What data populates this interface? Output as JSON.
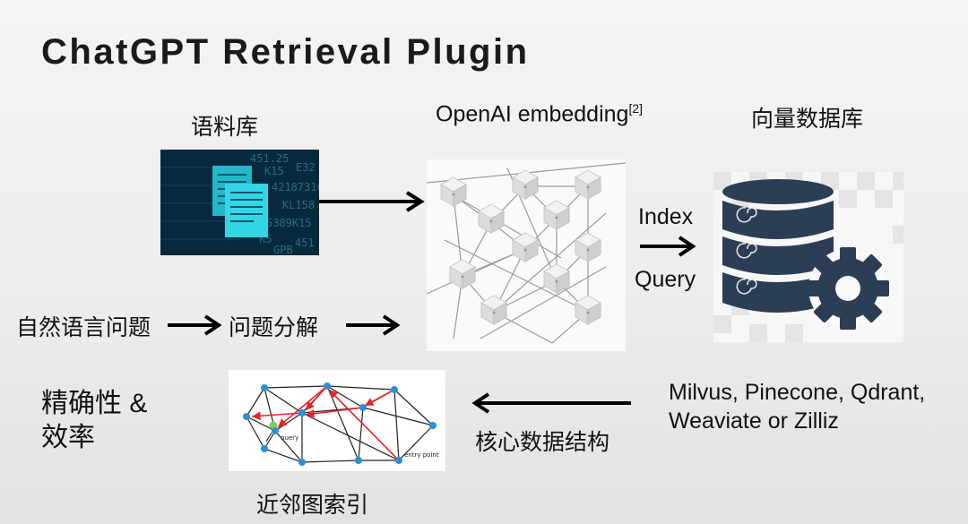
{
  "slide": {
    "title": "ChatGPT Retrieval Plugin",
    "corpus_label": "语料库",
    "embedding_label": "OpenAI embedding",
    "embedding_sup": "[2]",
    "vector_db_label": "向量数据库",
    "index_label": "Index",
    "query_label": "Query",
    "question_label": "自然语言问题",
    "decompose_label": "问题分解",
    "precision_line1": "精确性 &",
    "precision_line2": "效率",
    "vendors_line1": "Milvus, Pinecone, Qdrant,",
    "vendors_line2": "Weaviate or Zilliz",
    "core_label": "核心数据结构",
    "graph_label": "近邻图索引",
    "graph_query_text": "query",
    "graph_entry_text": "entry point",
    "corpus_bg_text": [
      "451.25",
      "K15",
      "E32",
      "42187316",
      "KL158",
      "5389K15",
      "K5",
      "451",
      "GPB"
    ]
  },
  "colors": {
    "node_blue": "#2b8fd6",
    "red_arrow": "#e0262b",
    "query_green": "#7dd04a",
    "db_navy": "#2c3e56",
    "corpus_bg": "#062a3d",
    "doc_cyan": "#27c6d8"
  }
}
